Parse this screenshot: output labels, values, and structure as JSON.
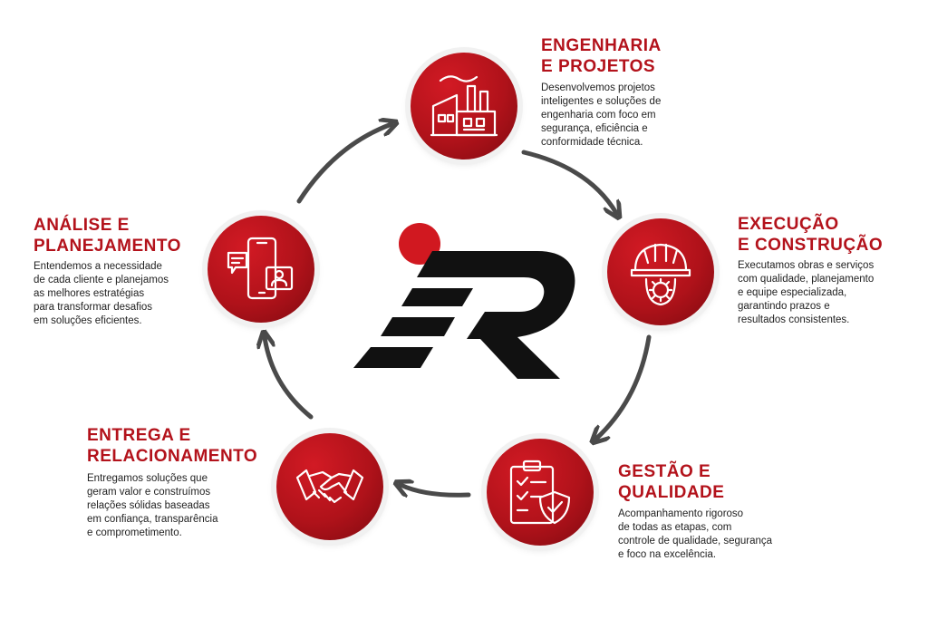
{
  "steps": {
    "engenharia": {
      "title": "ENGENHARIA\nE PROJETOS",
      "description": "Desenvolvemos projetos\ninteligentes e soluções de\nengenharia com foco em\nsegurança, eficiência e\nconformidade técnica.",
      "icon": "factory-icon"
    },
    "execucao": {
      "title": "EXECUÇÃO\nE CONSTRUÇÃO",
      "description": "Executamos obras e serviços\ncom qualidade, planejamento\ne equipe especializada,\ngarantindo prazos e\nresultados consistentes.",
      "icon": "helmet-gear-icon"
    },
    "gestao": {
      "title": "GESTÃO E\nQUALIDADE",
      "description": "Acompanhamento rigoroso\nde todas as etapas, com\ncontrole de qualidade, segurança\ne foco na excelência.",
      "icon": "clipboard-shield-icon"
    },
    "entrega": {
      "title": "ENTREGA E\nRELACIONAMENTO",
      "description": "Entregamos soluções que\ngeram valor e construímos\nrelações sólidas baseadas\nem confiança, transparência\ne comprometimento.",
      "icon": "handshake-icon"
    },
    "analise": {
      "title": "ANÁLISE E\nPLANEJAMENTO",
      "description": "Entendemos a necessidade\nde cada cliente e planejamos\nas melhores estratégias\npara transformar desafios\nem soluções eficientes.",
      "icon": "phone-chat-icon"
    }
  },
  "colors": {
    "accent": "#b3121b",
    "arrow": "#4a4a4a",
    "logo_dark": "#111111",
    "logo_dot": "#d11820"
  }
}
